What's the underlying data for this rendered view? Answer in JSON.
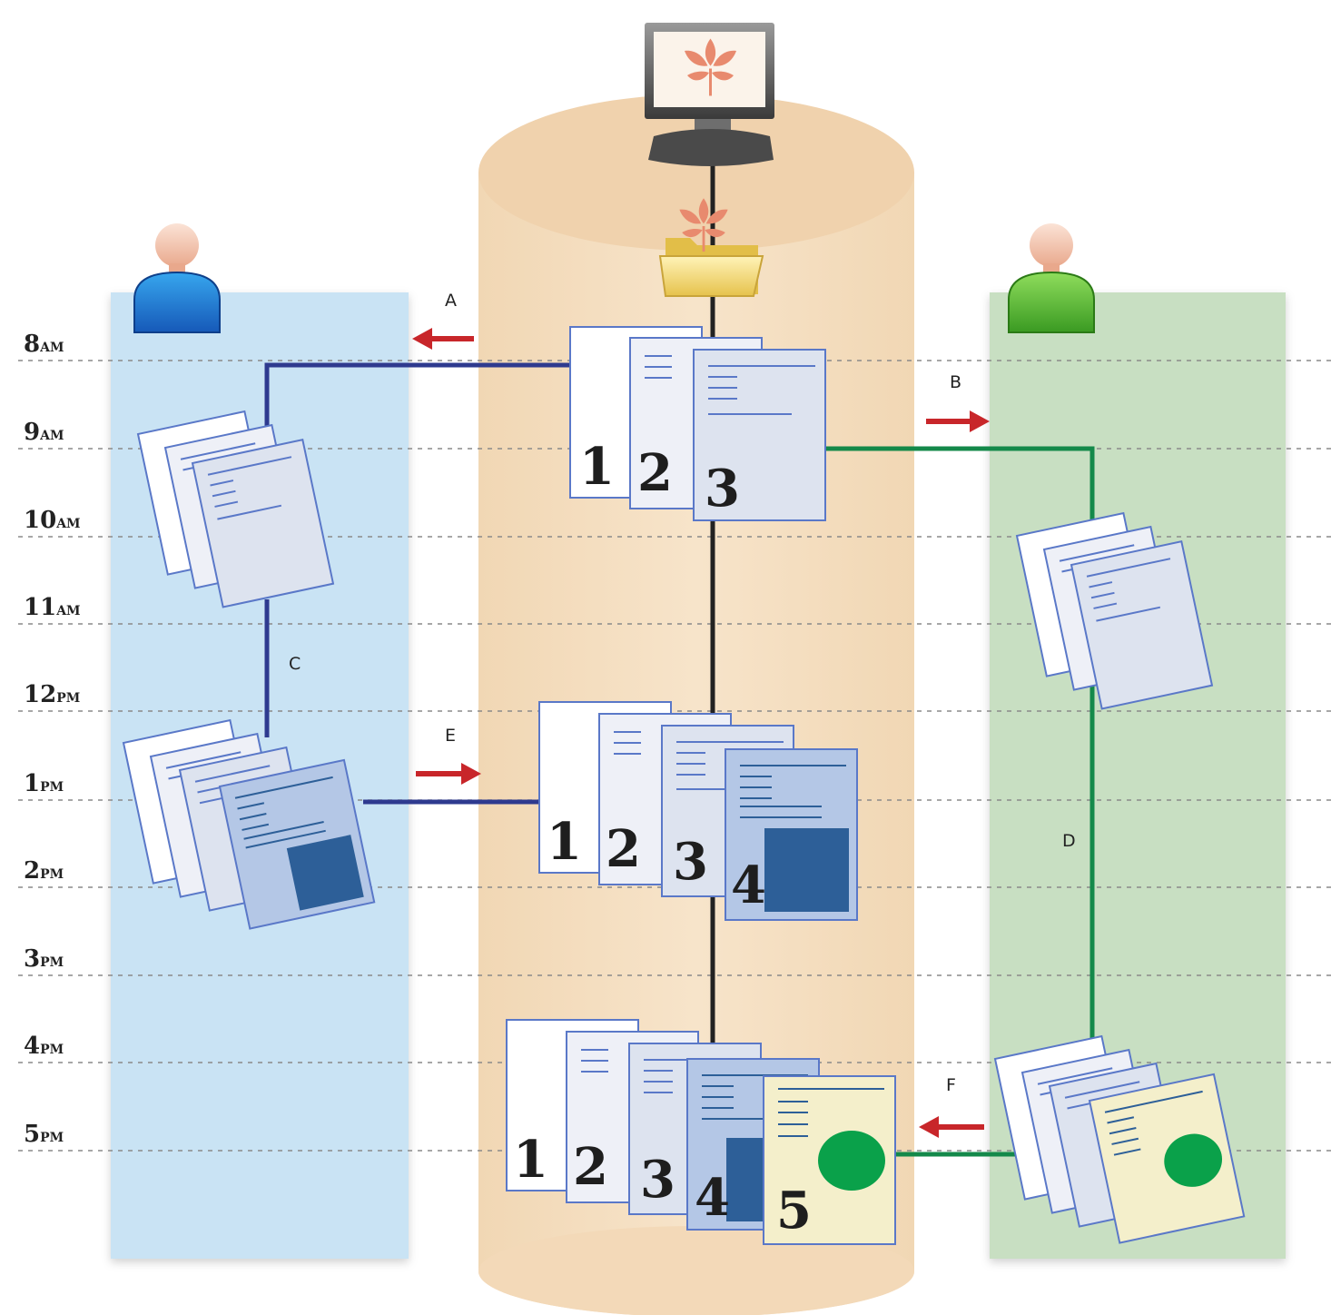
{
  "time_labels": [
    {
      "num": "8",
      "suffix": "AM"
    },
    {
      "num": "9",
      "suffix": "AM"
    },
    {
      "num": "10",
      "suffix": "AM"
    },
    {
      "num": "11",
      "suffix": "AM"
    },
    {
      "num": "12",
      "suffix": "PM"
    },
    {
      "num": "1",
      "suffix": "PM"
    },
    {
      "num": "2",
      "suffix": "PM"
    },
    {
      "num": "3",
      "suffix": "PM"
    },
    {
      "num": "4",
      "suffix": "PM"
    },
    {
      "num": "5",
      "suffix": "PM"
    }
  ],
  "step_labels": {
    "a": "A",
    "b": "B",
    "c": "C",
    "d": "D",
    "e": "E",
    "f": "F"
  },
  "page_numbers": {
    "one": "1",
    "two": "2",
    "three": "3",
    "four": "4",
    "five": "5"
  },
  "colors": {
    "left_lane": "#c9e3f4",
    "right_lane": "#c8dfc2",
    "center_cylinder": "#f4ddbf",
    "blue_line": "#2e3a8f",
    "green_line": "#14894a",
    "center_line": "#222222",
    "arrow": "#c8262a",
    "stamp": "#0aa14a",
    "dark_block": "#2d5f98"
  },
  "icons": [
    "computer-monitor-icon",
    "shared-folder-icon",
    "blue-user-icon",
    "green-user-icon"
  ]
}
